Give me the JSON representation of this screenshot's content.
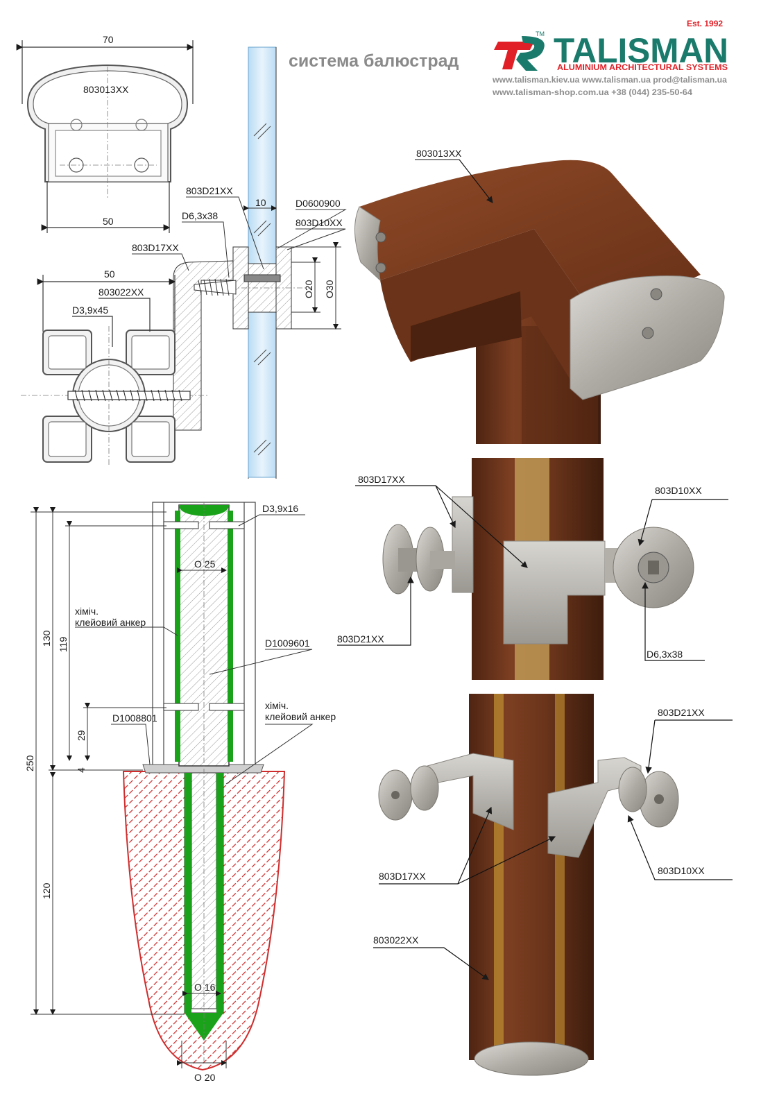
{
  "header": {
    "title": "система балюстрад",
    "brand": "TALISMAN",
    "trademark": "TM",
    "established": "Est. 1992",
    "tagline": "ALUMINIUM ARCHITECTURAL SYSTEMS",
    "contacts_line1": "www.talisman.kiev.ua  www.talisman.ua  prod@talisman.ua",
    "contacts_line2": "www.talisman-shop.com.ua      +38 (044) 235-50-64"
  },
  "colors": {
    "brand_green": "#1a7a6b",
    "accent_red": "#e01f26",
    "glass_blue": "#cfe6f7",
    "adhesive_green": "#1aa31a",
    "concrete_red": "#cf2d2d",
    "wood": "#7a3f22",
    "metal": "#b9b6b0"
  },
  "drawing_top": {
    "handrail_code": "803013XX",
    "dim_width_top": "70",
    "dim_width_inner": "50",
    "dim_width_post": "50",
    "glass_thickness": "10",
    "screw_main": "D6,3x38",
    "holder_code": "803D17XX",
    "post_code": "803022XX",
    "screw_post": "D3,9x45",
    "spacer_code": "803D21XX",
    "gasket_code": "D0600900",
    "clamp_code": "803D10XX",
    "dia_inner": "O20",
    "dia_outer": "O30"
  },
  "drawing_bottom": {
    "screw_small": "D3,9x16",
    "dia_25": "O 25",
    "anchor_note_1": "хіміч.",
    "anchor_note_2": "клейовий анкер",
    "insert_code": "D1009601",
    "base_code": "D1008801",
    "dim_250": "250",
    "dim_130": "130",
    "dim_119": "119",
    "dim_29": "29",
    "dim_4": "4",
    "dim_120": "120",
    "dia_16": "O 16",
    "dia_20": "O 20"
  },
  "photo_labels": {
    "handrail_corner": "803013XX",
    "holder_left": "803D17XX",
    "clamp_right": "803D10XX",
    "spacer": "803D21XX",
    "screw": "D6,3x38",
    "spacer_b": "803D21XX",
    "holder_b": "803D17XX",
    "clamp_b": "803D10XX",
    "post_b": "803022XX"
  }
}
